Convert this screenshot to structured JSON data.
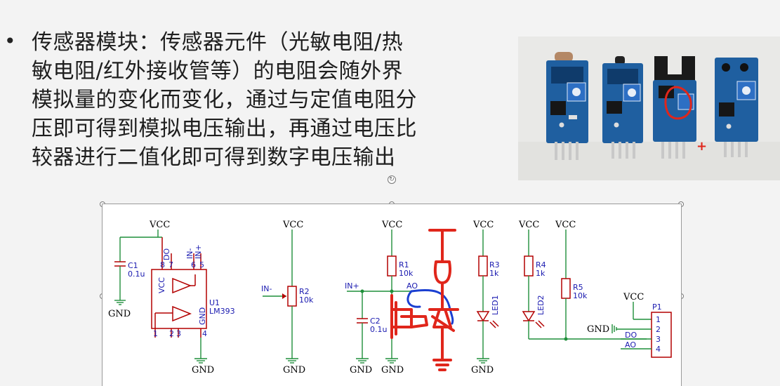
{
  "slide": {
    "bullet": "•",
    "lines": [
      "传感器模块：传感器元件（光敏电阻/热",
      "敏电阻/红外接收管等）的电阻会随外界",
      "模拟量的变化而变化，通过与定值电阻分",
      "压即可得到模拟电压输出，再通过电压比",
      "较器进行二值化即可得到数字电压输出"
    ]
  },
  "photo": {
    "annotation_mark": "+"
  },
  "schematic": {
    "vcc": "VCC",
    "gnd": "GND",
    "c1": {
      "name": "C1",
      "value": "0.1u"
    },
    "u1": {
      "name": "U1",
      "part": "LM393",
      "pin_vcc": "VCC",
      "pin_gnd": "GND",
      "pins": [
        "8",
        "7",
        "6",
        "5",
        "1",
        "2",
        "3",
        "4"
      ],
      "do": "DO",
      "in_minus": "IN-",
      "in_plus": "IN+"
    },
    "r2": {
      "name": "R2",
      "value": "10k",
      "net": "IN-"
    },
    "r1": {
      "name": "R1",
      "value": "10k"
    },
    "c2": {
      "name": "C2",
      "value": "0.1u"
    },
    "in_plus_net": "IN+",
    "ao_net": "AO",
    "r3": {
      "name": "R3",
      "value": "1k"
    },
    "led1": "LED1",
    "r4": {
      "name": "R4",
      "value": "1k"
    },
    "led2": "LED2",
    "r5": {
      "name": "R5",
      "value": "10k"
    },
    "p1": {
      "name": "P1",
      "pins": [
        "1",
        "2",
        "3",
        "4"
      ],
      "do": "DO",
      "ao": "AO",
      "gnd": "GND"
    }
  }
}
